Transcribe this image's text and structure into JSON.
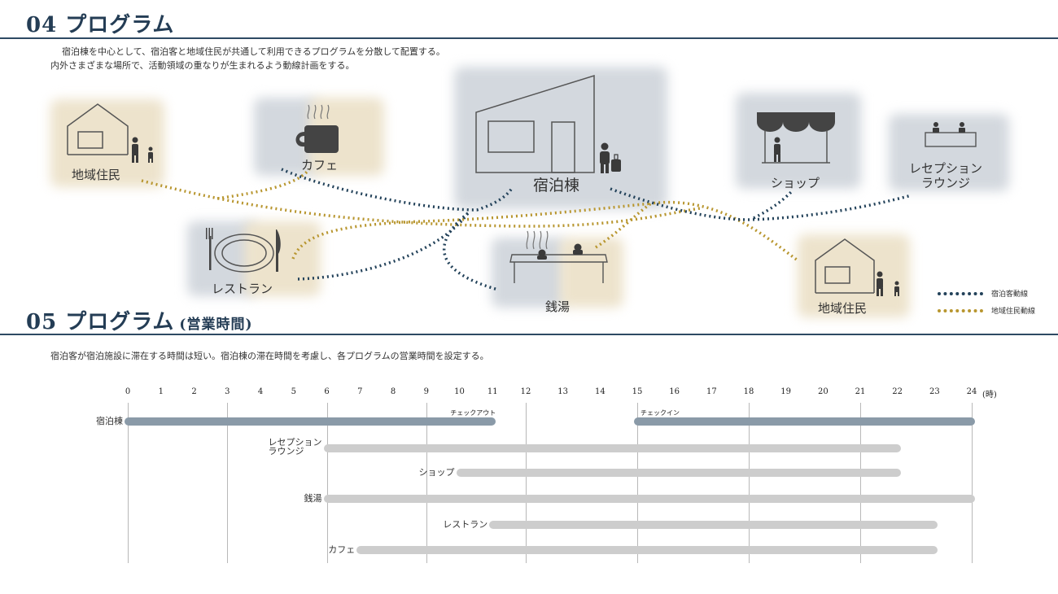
{
  "section4": {
    "num": "04",
    "title": "プログラム",
    "desc_line1": "宿泊棟を中心として、宿泊客と地域住民が共通して利用できるプログラムを分散して配置する。",
    "desc_line2": "内外さまざまな場所で、活動領域の重なりが生まれるよう動線計画をする。"
  },
  "places": {
    "residents_left": "地域住民",
    "cafe": "カフェ",
    "lodging": "宿泊棟",
    "shop": "ショップ",
    "reception_line1": "レセプション",
    "reception_line2": "ラウンジ",
    "restaurant": "レストラン",
    "bathhouse": "銭湯",
    "residents_right": "地域住民"
  },
  "legend": {
    "guest_route": "宿泊客動線",
    "resident_route": "地域住民動線",
    "guest_color": "#23425a",
    "resident_color": "#b8962f"
  },
  "icons": [
    "house-icon",
    "person-icon",
    "child-icon",
    "coffee-cup-icon",
    "steam-icon",
    "building-icon",
    "suitcase-icon",
    "awning-icon",
    "plate-icon",
    "fork-icon",
    "knife-icon",
    "bath-icon"
  ],
  "section5": {
    "num": "05",
    "title": "プログラム",
    "subtitle": "(営業時間)",
    "desc": "宿泊客が宿泊施設に滞在する時間は短い。宿泊棟の滞在時間を考慮し、各プログラムの営業時間を設定する。"
  },
  "schedule": {
    "hours": [
      "0",
      "1",
      "2",
      "3",
      "4",
      "5",
      "6",
      "7",
      "8",
      "9",
      "10",
      "11",
      "12",
      "13",
      "14",
      "15",
      "16",
      "17",
      "18",
      "19",
      "20",
      "21",
      "22",
      "23",
      "24"
    ],
    "unit": "(時)",
    "rows": [
      {
        "label": "宿泊棟",
        "bars": [
          {
            "start": 0,
            "end": 11,
            "note": "チェックアウト"
          },
          {
            "start": 15,
            "end": 24,
            "note": "チェックイン"
          }
        ]
      },
      {
        "label_line1": "レセプション",
        "label_line2": "ラウンジ",
        "start": 6,
        "end": 22
      },
      {
        "label": "ショップ",
        "start": 10,
        "end": 22
      },
      {
        "label": "銭湯",
        "start": 6,
        "end": 24
      },
      {
        "label": "レストラン",
        "start": 11,
        "end": 23
      },
      {
        "label": "カフェ",
        "start": 7,
        "end": 23
      }
    ]
  }
}
